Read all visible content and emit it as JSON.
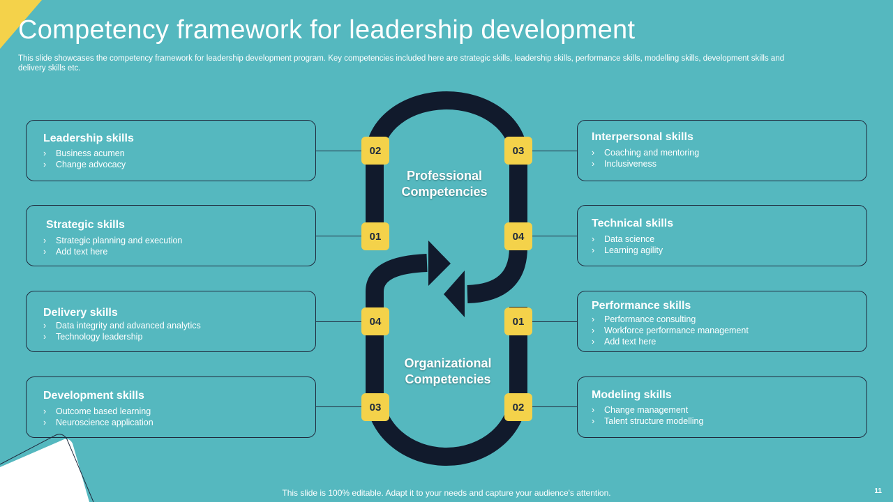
{
  "header": {
    "title": "Competency framework for leadership development",
    "subtitle": "This slide showcases the competency framework for leadership development program. Key competencies included here are strategic skills, leadership skills, performance skills, modelling skills, development skills and delivery skills etc."
  },
  "left_cards": [
    {
      "title": "Leadership skills",
      "items": [
        "Business acumen",
        "Change advocacy"
      ],
      "badge": "02"
    },
    {
      "title": "Strategic skills",
      "items": [
        "Strategic planning and execution",
        "Add text here"
      ],
      "badge": "01"
    },
    {
      "title": "Delivery skills",
      "items": [
        "Data integrity and advanced analytics",
        "Technology leadership"
      ],
      "badge": "04"
    },
    {
      "title": "Development skills",
      "items": [
        "Outcome based learning",
        "Neuroscience application"
      ],
      "badge": "03"
    }
  ],
  "right_cards": [
    {
      "title": "Interpersonal skills",
      "items": [
        "Coaching and mentoring",
        "Inclusiveness"
      ],
      "badge": "03"
    },
    {
      "title": "Technical skills",
      "items": [
        "Data science",
        "Learning agility"
      ],
      "badge": "04"
    },
    {
      "title": "Performance skills",
      "items": [
        "Performance consulting",
        "Workforce performance management",
        "Add text here"
      ],
      "badge": "01"
    },
    {
      "title": "Modeling skills",
      "items": [
        "Change management",
        "Talent structure modelling"
      ],
      "badge": "02"
    }
  ],
  "center": {
    "professional": [
      "Professional",
      "Competencies"
    ],
    "organizational": [
      "Organizational",
      "Competencies"
    ]
  },
  "footer": {
    "text": "This slide is 100% editable. Adapt it to your needs and capture your audience's attention.",
    "page": "11"
  },
  "colors": {
    "background": "#55b8bf",
    "accent": "#f4d24a",
    "dark": "#111a2c"
  }
}
